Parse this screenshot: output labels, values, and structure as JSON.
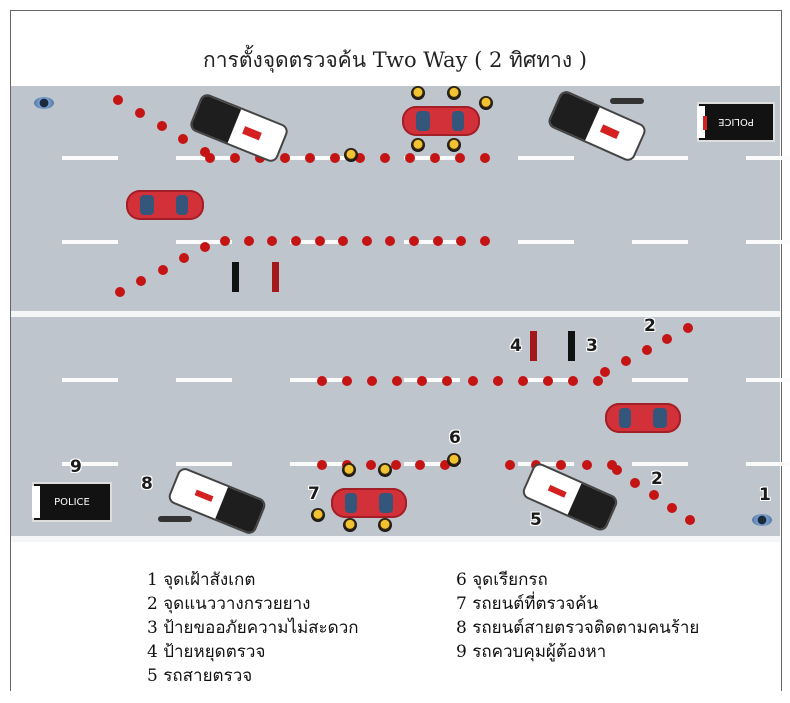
{
  "title": "การตั้งจุดตรวจค้น Two Way ( 2 ทิศทาง )",
  "van_label": "POLICE",
  "markers": {
    "m1": "1",
    "m2a": "2",
    "m2b": "2",
    "m3": "3",
    "m4": "4",
    "m5": "5",
    "m6": "6",
    "m7": "7",
    "m8": "8",
    "m9": "9"
  },
  "legend": {
    "left": [
      "1 จุดเฝ้าสังเกต",
      "2 จุดแนววางกรวยยาง",
      "3 ป้ายขออภัยความไม่สะดวก",
      "4 ป้ายหยุดตรวจ",
      "5 รถสายตรวจ"
    ],
    "right": [
      "6 จุดเรียกรถ",
      "7 รถยนต์ที่ตรวจค้น",
      "8 รถยนต์สายตรวจติดตามคนร้าย",
      "9 รถควบคุมผู้ต้องหา"
    ]
  },
  "colors": {
    "road": "#bfc5cc",
    "cone": "#c41414",
    "stop_sign": "#a3191b",
    "sorry_sign": "#111111",
    "car": "#d3313a"
  }
}
